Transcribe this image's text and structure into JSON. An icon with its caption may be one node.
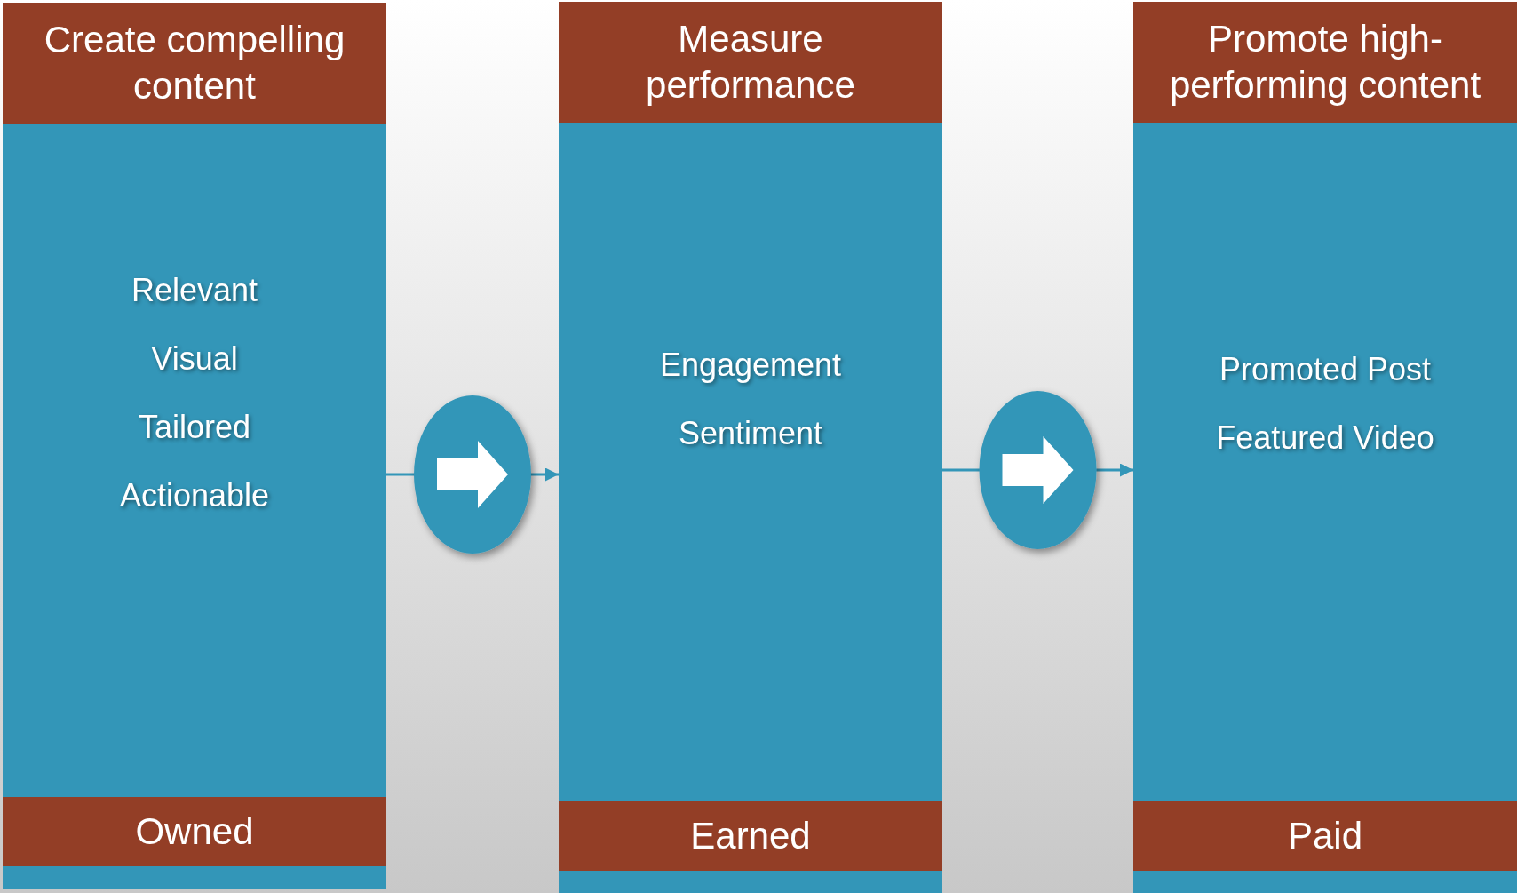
{
  "diagram": {
    "nodes": [
      {
        "text": [
          "Relevant",
          "Visual",
          "Tailored",
          "Actionable"
        ]
      },
      {
        "text": [
          "Create compelling content"
        ],
        "in": 0
      },
      {
        "text": [
          "Owned"
        ],
        "in": 0
      },
      {
        "text": [
          "Engagement",
          "Sentiment"
        ]
      },
      {
        "text": [
          "Measure performance"
        ],
        "in": 3
      },
      {
        "text": [
          "Earned"
        ],
        "in": 3
      },
      {
        "text": [
          "Promoted Post",
          "Featured Video"
        ]
      },
      {
        "text": [
          "Promote high-performing content"
        ],
        "in": 6
      },
      {
        "text": [
          "Paid"
        ],
        "in": 6
      }
    ],
    "edges": [
      {
        "from": 0,
        "to": 3,
        "arrow": "to"
      },
      {
        "from": 3,
        "to": 6,
        "arrow": "to"
      }
    ]
  }
}
